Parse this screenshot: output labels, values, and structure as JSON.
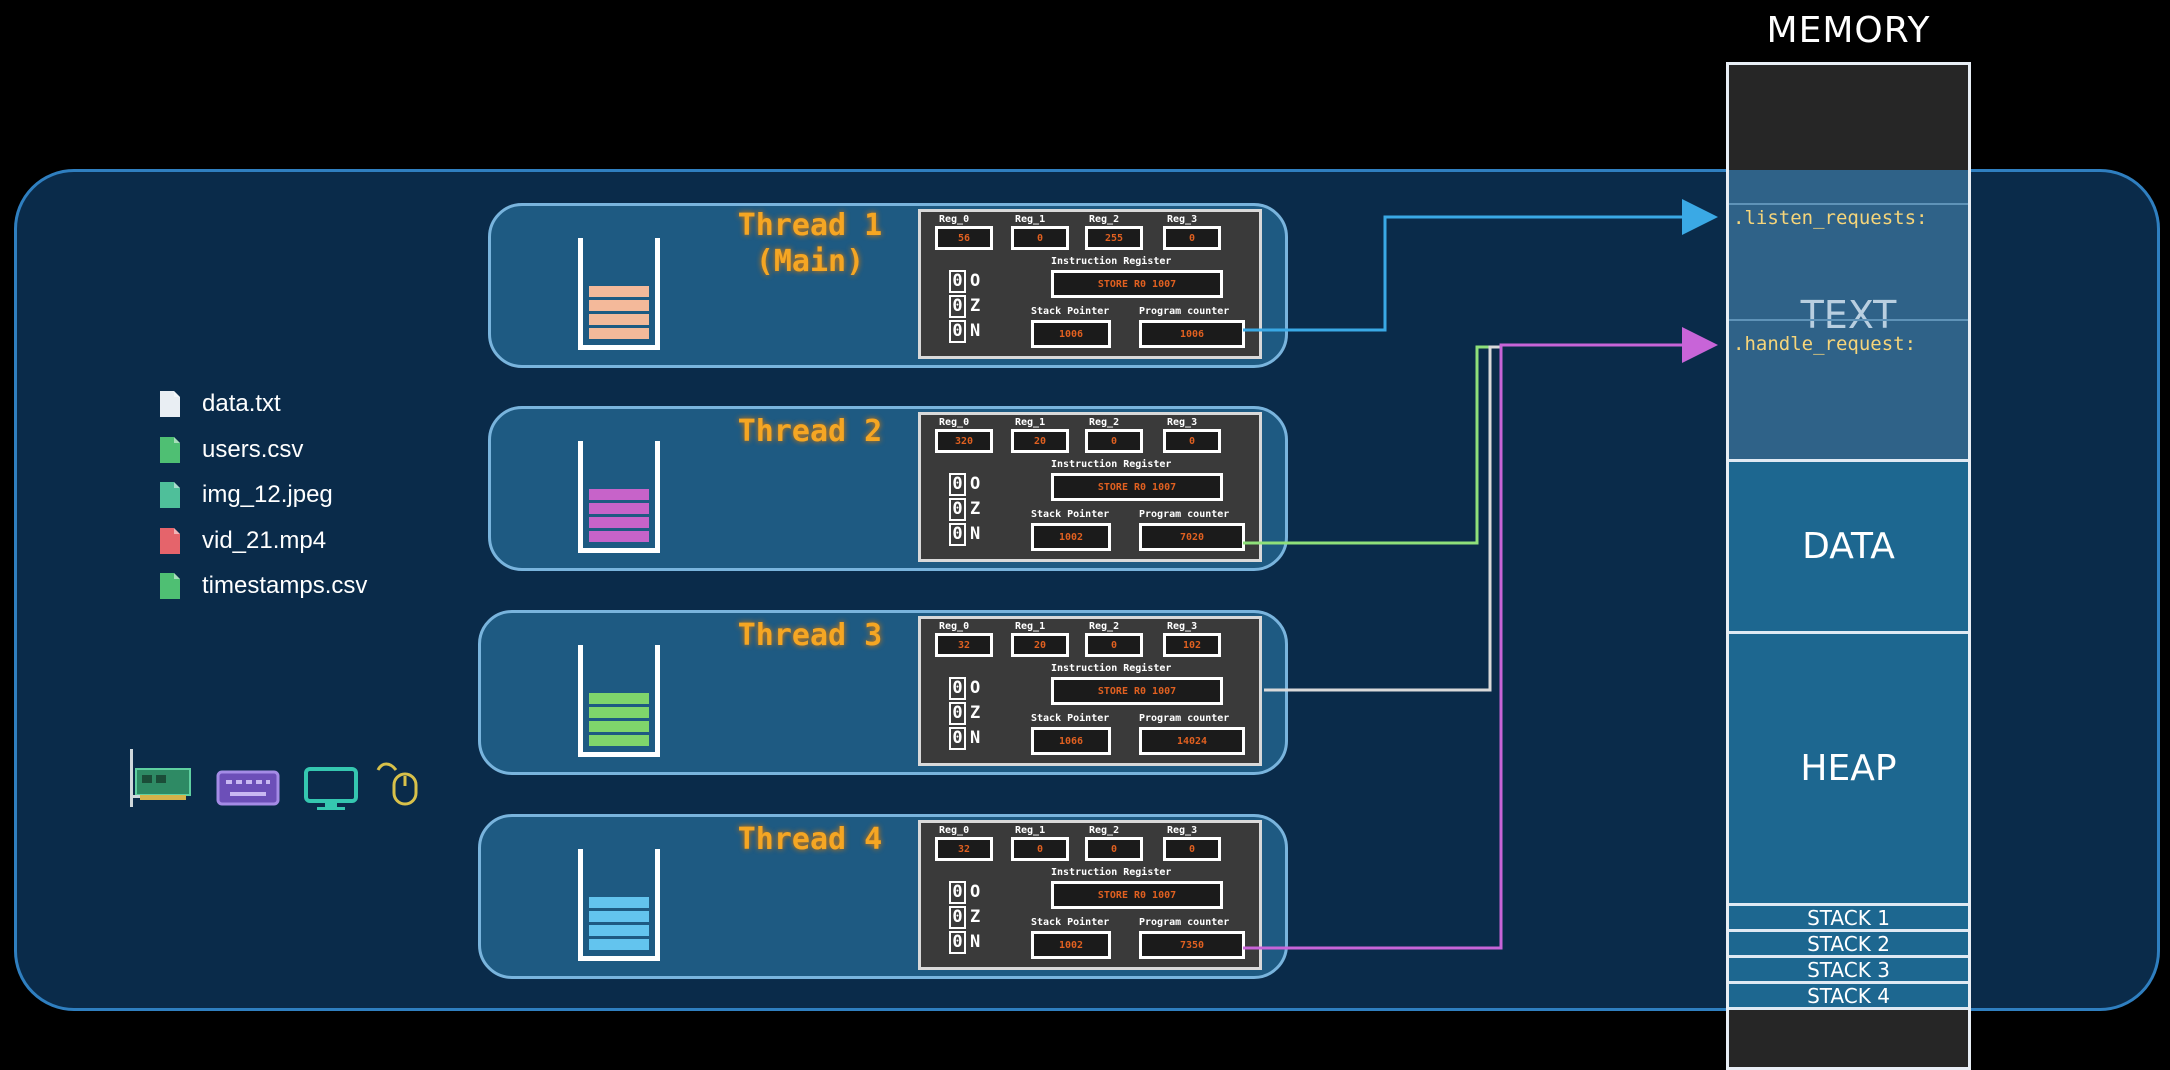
{
  "memory": {
    "title": "MEMORY",
    "segments": {
      "text": "TEXT",
      "data": "DATA",
      "heap": "HEAP"
    },
    "code": [
      ".listen_requests:",
      ".handle_request:"
    ],
    "stacks": [
      "STACK 1",
      "STACK 2",
      "STACK 3",
      "STACK 4"
    ]
  },
  "files": [
    {
      "name": "data.txt",
      "icon": "text-file-icon",
      "color": "#e9eef3"
    },
    {
      "name": "users.csv",
      "icon": "spreadsheet-file-icon",
      "color": "#4fbf73"
    },
    {
      "name": "img_12.jpeg",
      "icon": "image-file-icon",
      "color": "#4fbf9a"
    },
    {
      "name": "vid_21.mp4",
      "icon": "video-file-icon",
      "color": "#e5646b"
    },
    {
      "name": "timestamps.csv",
      "icon": "spreadsheet-file-icon",
      "color": "#4fbf73"
    }
  ],
  "devices": [
    "network-card-icon",
    "keyboard-icon",
    "monitor-icon",
    "mouse-icon"
  ],
  "labels": {
    "reg0": "Reg_0",
    "reg1": "Reg_1",
    "reg2": "Reg_2",
    "reg3": "Reg_3",
    "ir": "Instruction Register",
    "sp": "Stack Pointer",
    "pc": "Program counter",
    "flags": [
      "O",
      "Z",
      "N"
    ],
    "flag_value": "0"
  },
  "threads": [
    {
      "title": "Thread 1\n(Main)",
      "stack_color": "#f4b99a",
      "regs": [
        "56",
        "0",
        "255",
        "0"
      ],
      "ir": "STORE R0 1007",
      "sp": "1006",
      "pc": "1006"
    },
    {
      "title": "Thread 2",
      "stack_color": "#c763c9",
      "regs": [
        "320",
        "20",
        "0",
        "0"
      ],
      "ir": "STORE R0 1007",
      "sp": "1002",
      "pc": "7020"
    },
    {
      "title": "Thread 3",
      "stack_color": "#7fd56b",
      "regs": [
        "32",
        "20",
        "0",
        "102"
      ],
      "ir": "STORE R0 1007",
      "sp": "1066",
      "pc": "14024"
    },
    {
      "title": "Thread 4",
      "stack_color": "#63c4ee",
      "regs": [
        "32",
        "0",
        "0",
        "0"
      ],
      "ir": "STORE R0 1007",
      "sp": "1002",
      "pc": "7350"
    }
  ],
  "arrow_colors": {
    "t1": "#3aa9e5",
    "t2": "#8fe07a",
    "t3": "#d9d9d9",
    "t4": "#c864d8"
  }
}
